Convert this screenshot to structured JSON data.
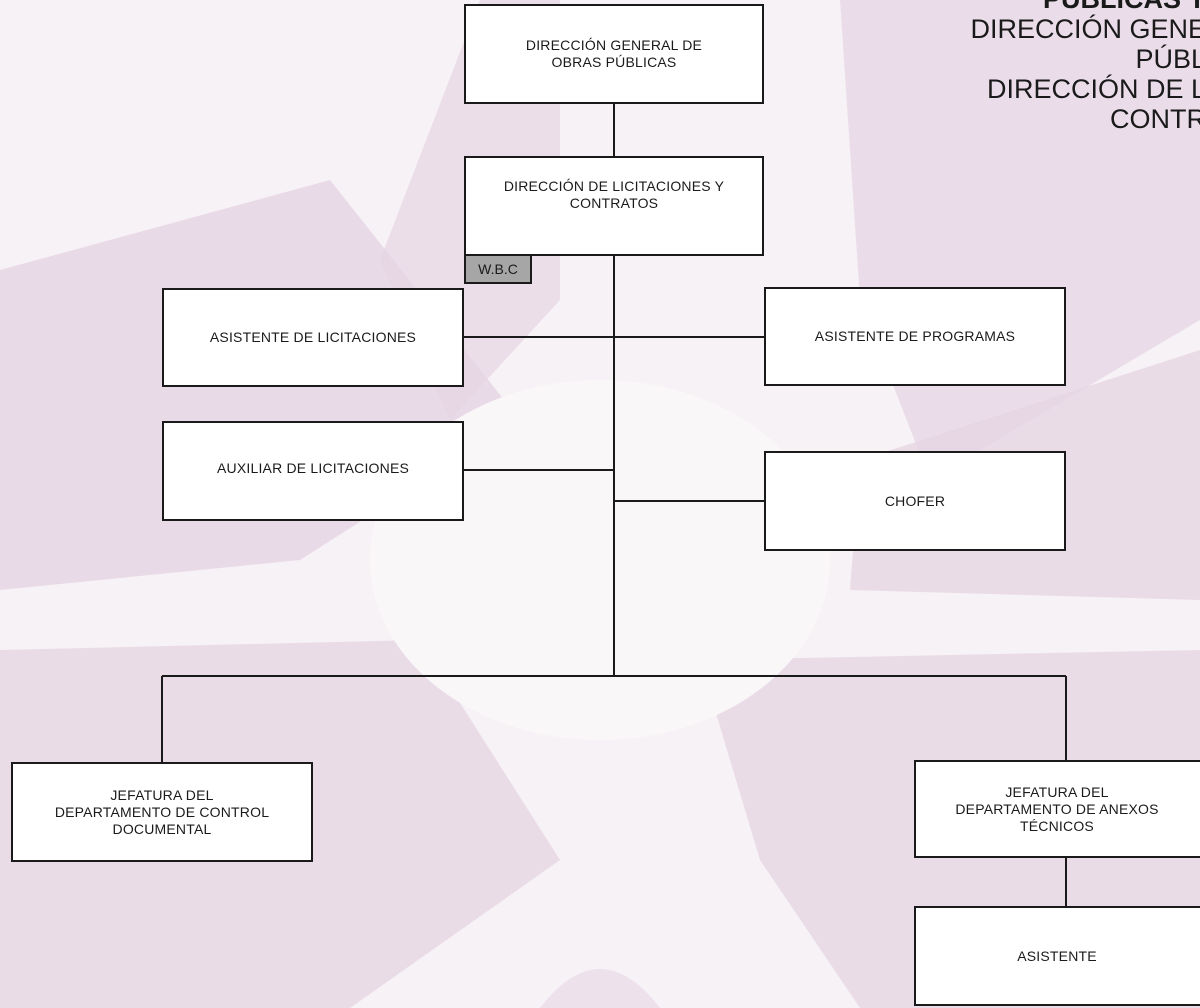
{
  "header": {
    "line1": "PÚBLICAS Y",
    "line2": "DIRECCIÓN GENE",
    "line3": "PÚBL",
    "line4": "DIRECCIÓN DE L",
    "line5": "CONTR"
  },
  "nodes": {
    "dgop": "DIRECCIÓN GENERAL DE\nOBRAS PÚBLICAS",
    "dlc": "DIRECCIÓN DE LICITACIONES Y\nCONTRATOS",
    "dlc_tag": "W.B.C",
    "asistente_licitaciones": "ASISTENTE DE LICITACIONES",
    "asistente_programas": "ASISTENTE DE PROGRAMAS",
    "auxiliar_licitaciones": "AUXILIAR DE LICITACIONES",
    "chofer": "CHOFER",
    "jefatura_control": "JEFATURA DEL\nDEPARTAMENTO DE CONTROL\nDOCUMENTAL",
    "jefatura_anexos": "JEFATURA DEL\nDEPARTAMENTO DE ANEXOS\nTÉCNICOS",
    "asistente": "ASISTENTE"
  },
  "colors": {
    "background": "#f7f2f6",
    "watermark": "#e6d6e4",
    "box_border": "#1a1a1a",
    "tag_fill": "#a6a6a6"
  }
}
